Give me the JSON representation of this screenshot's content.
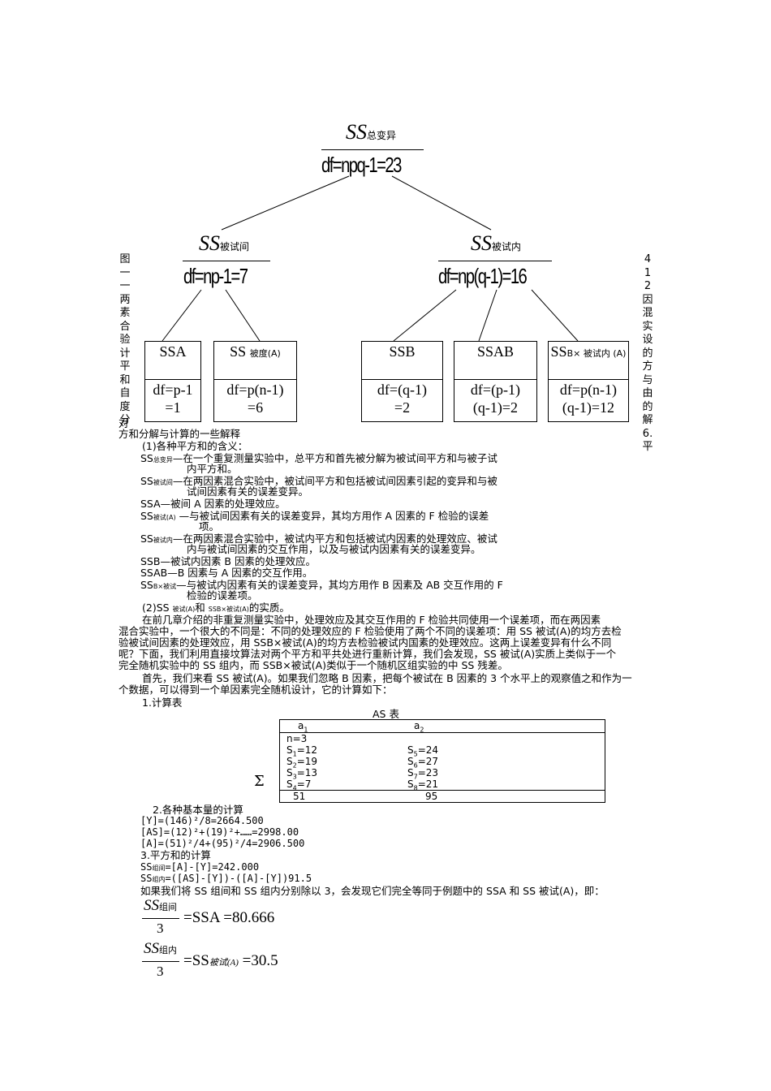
{
  "tree": {
    "root": {
      "ss": "SS",
      "sub": "总变异",
      "df": "df=npq-1=23"
    },
    "left": {
      "ss": "SS",
      "sub": "被试间",
      "df": "df=np-1=7"
    },
    "right": {
      "ss": "SS",
      "sub": "被试内",
      "df": "df=np(q-1)=16"
    },
    "boxes": [
      {
        "title": "SSA",
        "sub": "",
        "df1": "df=p-1",
        "df2": "=1"
      },
      {
        "title": "SS",
        "sub": "被度(A)",
        "df1": "df=p(n-1)",
        "df2": "=6"
      },
      {
        "title": "SSB",
        "sub": "",
        "df1": "df=(q-1)",
        "df2": "=2"
      },
      {
        "title": "SSAB",
        "sub": "",
        "df1": "df=(p-1)",
        "df2": "(q-1)=2"
      },
      {
        "title": "SS",
        "sub": "B× 被试内 (A)",
        "df1": "df=p(n-1)",
        "df2": "(q-1)=12"
      }
    ]
  },
  "caption_left": "图一一两素合验计平和自度分",
  "caption_right": "412因混实设的方与由的解6.平",
  "caption_line": "对",
  "caption_cont": "方和分解与计算的一些解释",
  "sec1_title": "(1)各种平方和的含义：",
  "defs": [
    {
      "lead": "SS",
      "sub": "总变异",
      "l1": "—在一个重复测量实验中，总平方和首先被分解为被试间平方和与被子试",
      "l2": "内平方和。"
    },
    {
      "lead": "SS",
      "sub": "被试间",
      "l1": "—在两因素混合实验中，被试间平方和包括被试间因素引起的变异和与被",
      "l2": "试间因素有关的误差变异。"
    },
    {
      "lead": "SSA",
      "sub": "",
      "l1": "—被间 A 因素的处理效应。",
      "l2": ""
    },
    {
      "lead": "SS",
      "sub": "被试(A)",
      "l1": " —与被试间因素有关的误差变异，其均方用作 A 因素的 F 检验的误差",
      "l2": "项。"
    },
    {
      "lead": "SS",
      "sub": "被试内",
      "l1": "—在两因素混合实验中，被试内平方和包括被试内因素的处理效应、被试",
      "l2": "内与被试间因素的交互作用，以及与被试内因素有关的误差变异。"
    },
    {
      "lead": "SSB",
      "sub": "",
      "l1": "—被试内因素 B 因素的处理效应。",
      "l2": ""
    },
    {
      "lead": "SSAB",
      "sub": "",
      "l1": "—B 因素与 A 因素的交互作用。",
      "l2": ""
    },
    {
      "lead": "SS",
      "sub": "B×被试",
      "l1": "—与被试内因素有关的误差变异，其均方用作 B 因素及 AB 交互作用的 F",
      "l2": "检验的误差项。"
    }
  ],
  "sec2_title_a": "(2)SS ",
  "sec2_sub_a": "被试(A)",
  "sec2_title_b": "和 ",
  "sec2_sub_b": "SSB×被试(A)",
  "sec2_title_c": "的实质。",
  "para1": [
    "在前几章介绍的非重复测量实验中，处理效应及其交互作用的 F 检验共同使用一个误差项，而在两因素",
    "混合实验中，一个很大的不同是：不同的处理效应的 F 检验使用了两个不同的误差项：用 SS 被试(A)的均方去检",
    "验被试间因素的处理效应，用 SSB×被试(A)的均方去检验被试内国素的处理效应。这两上误差变异有什么不同",
    "呢？下面，我们利用直接坟算法对两个平方和平共处进行重新计算，我们会发现，SS 被试(A)实质上类似于一个",
    "完全随机实验中的 SS 组内，而 SSB×被试(A)类似于一个随机区组实验的中 SS 残差。"
  ],
  "para2": [
    "首先，我们来看 SS 被试(A)。如果我们忽略 B 因素，把每个被试在 B 因素的 3 个水平上的观察值之和作为一",
    "个数据，可以得到一个单因素完全随机设计，它的计算如下："
  ],
  "step1": "1.计算表",
  "as_table": {
    "title": "AS 表",
    "headers": [
      "a1",
      "a2"
    ],
    "n": "n=3",
    "col1": [
      "S1=12",
      "S2=19",
      "S3=13",
      "S4=7"
    ],
    "col2": [
      "S5=24",
      "S6=27",
      "S7=23",
      "S8=21"
    ],
    "sums": [
      "51",
      "95"
    ],
    "sigma": "Σ"
  },
  "step2": "2.各种基本量的计算",
  "calcs": [
    "[Y]=(146)²/8=2664.500",
    "[AS]=(12)²+(19)²+……=2998.00",
    "[A]=(51)²/4+(95)²/4=2906.500"
  ],
  "step3": "3.平方和的计算",
  "ss_calcs": [
    {
      "lead": "SS",
      "sub": "组间",
      "rest": "=[A]-[Y]=242.000"
    },
    {
      "lead": "SS",
      "sub": "组内",
      "rest": "=([AS]-[Y])-([A]-[Y])91.5"
    }
  ],
  "concl": "如果我们将 SS 组间和 SS 组内分别除以 3，会发现它们完全等同于例题中的 SSA 和 SS 被试(A)，即：",
  "formulas": [
    {
      "num": "SS",
      "num_sub": "组间",
      "den": "3",
      "rhs": "=SSA =80.666"
    },
    {
      "num": "SS",
      "num_sub": "组内",
      "den": "3",
      "rhs1": "=SS",
      "rhs_sub": "被试(A)",
      "rhs2": " =30.5"
    }
  ]
}
